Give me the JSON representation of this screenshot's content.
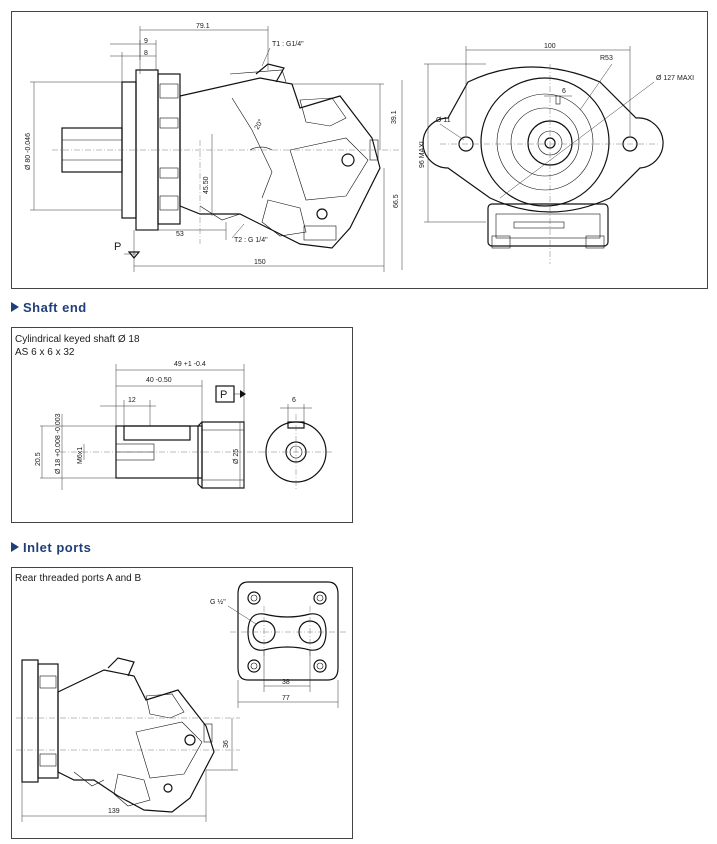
{
  "sections": {
    "shaft_end": {
      "title": "Shaft end",
      "caption_line1": "Cylindrical keyed shaft Ø 18",
      "caption_line2": "AS 6 x 6 x 32"
    },
    "inlet_ports": {
      "title": "Inlet ports",
      "caption": "Rear threaded ports A and B"
    }
  },
  "main_view": {
    "dims": {
      "d791": "79.1",
      "d9": "9",
      "d8": "8",
      "t1": "T1 : G1/4\"",
      "d80": "Ø 80 -0.046",
      "d391": "39.1",
      "d4550": "45.50",
      "d665": "66.5",
      "d53": "53",
      "t2": "T2 : G 1/4\"",
      "d150": "150",
      "p": "P",
      "angle": "20°",
      "d100": "100",
      "r53": "R53",
      "d6": "6",
      "d127": "Ø 127 MAXI",
      "d11": "Ø 11",
      "d96": "96 MAXI"
    }
  },
  "shaft_view": {
    "dims": {
      "d49": "49 +1 -0.4",
      "d40": "40 -0.50",
      "d12": "12",
      "p": "P",
      "d6": "6",
      "d205": "20.5",
      "d18": "Ø 18 +0.008 -0.003",
      "m6": "M6x1",
      "d25": "Ø 25"
    }
  },
  "ports_view": {
    "dims": {
      "g12": "G ½\"",
      "d38": "38",
      "d77": "77",
      "d36": "36",
      "d139": "139"
    }
  }
}
